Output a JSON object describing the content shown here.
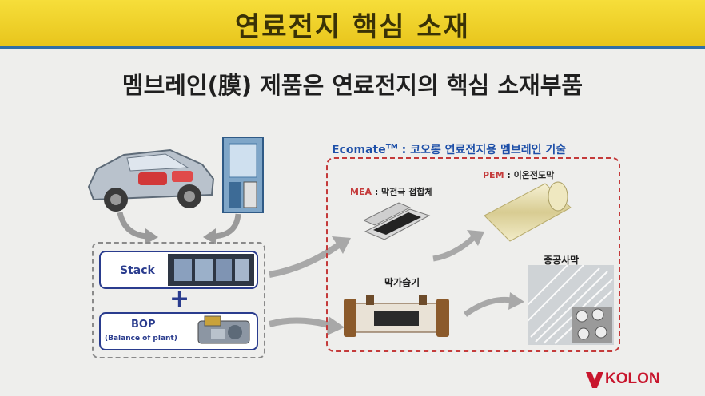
{
  "header": {
    "title": "연료전지 핵심 소재"
  },
  "subtitle": "멤브레인(膜) 제품은 연료전지의 핵심 소재부품",
  "ecomate": {
    "name": "Ecomate",
    "tm": "TM",
    "desc": " : 코오롱 연료전지용 멤브레인 기술"
  },
  "stack": {
    "label": "Stack"
  },
  "plus": "+",
  "bop": {
    "label": "BOP",
    "sub": "(Balance of plant)"
  },
  "mea": {
    "name": "MEA",
    "desc": " : 막전극 접합체"
  },
  "pem": {
    "name": "PEM",
    "desc": " : 이온전도막"
  },
  "humidifier": "막가습기",
  "hollow_fiber": "중공사막",
  "logo": {
    "text": "KOLON",
    "color": "#c8162d"
  },
  "colors": {
    "header": "#f0d22a",
    "accent_blue": "#2a3c8e",
    "accent_red": "#c43a3a"
  }
}
